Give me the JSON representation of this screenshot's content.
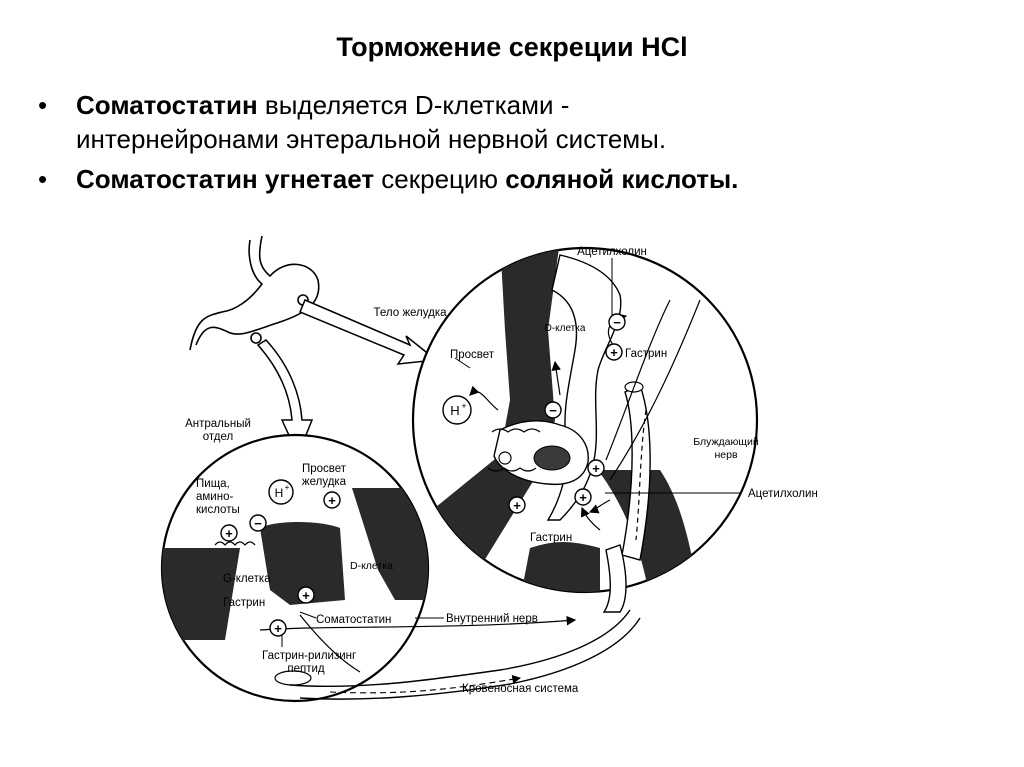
{
  "slide": {
    "title": "Торможение секреции HCl",
    "bullets": [
      {
        "part1": "Соматостатин",
        "part2": " выделяется D-клетками -",
        "line2": "интернейронами энтеральной нервной системы."
      },
      {
        "part1": "Соматостатин угнетает",
        "part2": " секрецию ",
        "part3": "соляной кислоты."
      }
    ],
    "bullet_glyph": "•"
  },
  "diagram": {
    "labels": {
      "acetylcholine_top": "Ацетилхолин",
      "stomach_body": "Тело желудка",
      "lumen": "Просвет",
      "d_cell_top": "D-клетка",
      "gastrin_top": "Гастрин",
      "h_plus": "H",
      "vagus_1": "Блуждающий",
      "vagus_2": "нерв",
      "acetylcholine_right": "Ацетилхолин",
      "gastrin_mid": "Гастрин",
      "antrum_1": "Антральный",
      "antrum_2": "отдел",
      "food_1": "Пища,",
      "food_2": "амино-",
      "food_3": "кислоты",
      "stomach_lumen_1": "Просвет",
      "stomach_lumen_2": "желудка",
      "d_cell_bottom": "D-клетка",
      "g_cell": "G-клетка",
      "gastrin_bottom": "Гастрин",
      "somatostatin": "Соматостатин",
      "grp_1": "Гастрин-рилизинг",
      "grp_2": "пептид",
      "internal_nerve": "Внутренний нерв",
      "blood_system": "Кровеносная система",
      "plus": "+",
      "minus": "−",
      "sup_plus": "+"
    }
  }
}
